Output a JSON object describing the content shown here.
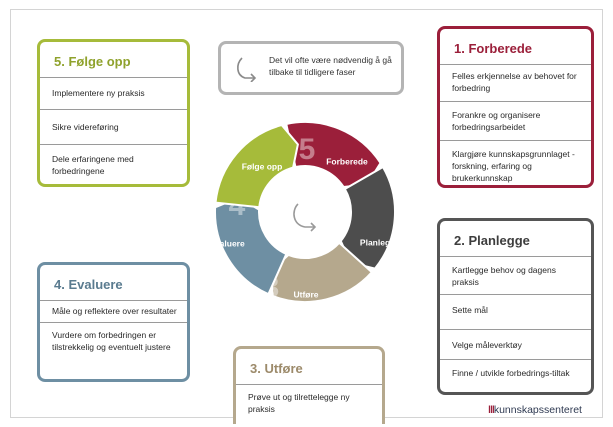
{
  "note": {
    "text": "Det vil ofte være nødvendig å gå tilbake til tidligere faser"
  },
  "phases": [
    {
      "number": "1",
      "title": "1. Forberede",
      "wheel_label": "Forberede",
      "items": [
        "Felles erkjennelse av behovet for forbedring",
        "Forankre og organisere forbedringsarbeidet",
        "Klargjøre kunnskapsgrunnlaget - forskning, erfaring og brukerkunnskap"
      ]
    },
    {
      "number": "2",
      "title": "2. Planlegge",
      "wheel_label": "Planlegge",
      "items": [
        "Kartlegge behov og dagens praksis",
        "Sette mål",
        "Velge måleverktøy",
        "Finne / utvikle forbedrings-tiltak"
      ]
    },
    {
      "number": "3",
      "title": "3. Utføre",
      "wheel_label": "Utføre",
      "items": [
        "Prøve ut og tilrettelegge ny praksis"
      ]
    },
    {
      "number": "4",
      "title": "4. Evaluere",
      "wheel_label": "Evaluere",
      "items": [
        "Måle og reflektere over resultater",
        "Vurdere om forbedringen er tilstrekkelig og eventuelt justere"
      ]
    },
    {
      "number": "5",
      "title": "5. Følge opp",
      "wheel_label": "Følge opp",
      "items": [
        "Implementere ny praksis",
        "Sikre videreføring",
        "Dele erfaringene med forbedringene"
      ]
    }
  ],
  "colors": {
    "forberede": "#9b1f3a",
    "planlegge": "#4d4d4d",
    "utfore": "#b5a88d",
    "evaluere": "#6e8fa3",
    "folge_opp": "#a6bb3a"
  },
  "logo": {
    "text": "kunnskapssenteret"
  }
}
